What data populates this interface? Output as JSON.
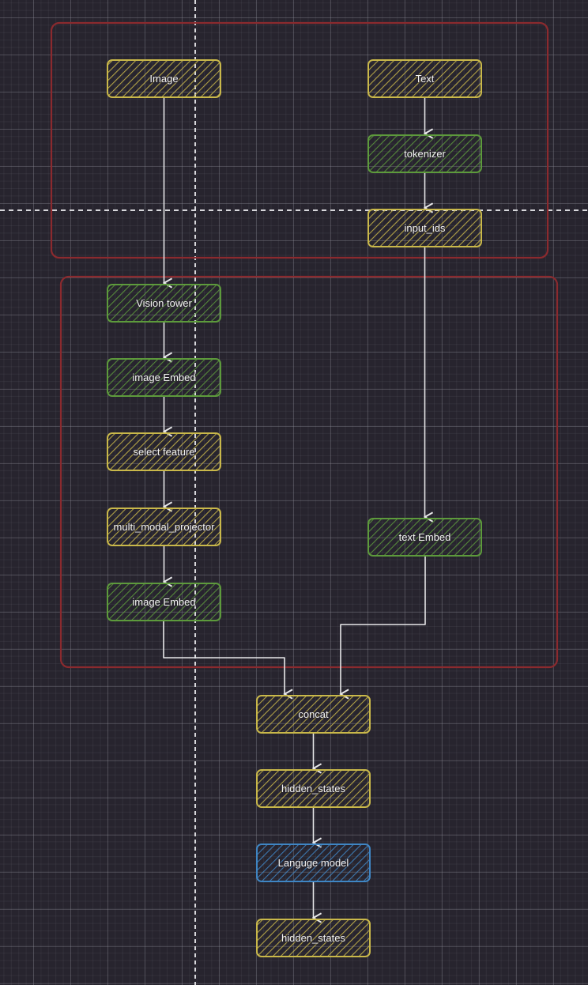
{
  "colors": {
    "yellow": "#c9b84a",
    "green": "#5d9a3c",
    "blue": "#3f86c4",
    "region": "#8b2a2e",
    "edge": "#e8e8ea",
    "guide": "#d8d8dc"
  },
  "regions": [
    {
      "id": "input-region"
    },
    {
      "id": "embedding-region"
    }
  ],
  "nodes": [
    {
      "id": "image",
      "label": "Image",
      "color": "yellow"
    },
    {
      "id": "text",
      "label": "Text",
      "color": "yellow"
    },
    {
      "id": "tokenizer",
      "label": "tokenizer",
      "color": "green"
    },
    {
      "id": "input-ids",
      "label": "input_ids",
      "color": "yellow"
    },
    {
      "id": "vision-tower",
      "label": "Vision tower",
      "color": "green"
    },
    {
      "id": "image-embed-1",
      "label": "image Embed",
      "color": "green"
    },
    {
      "id": "select-feature",
      "label": "select feature",
      "color": "yellow"
    },
    {
      "id": "multi-modal-projector",
      "label": "multi_modal_projector",
      "color": "yellow"
    },
    {
      "id": "image-embed-2",
      "label": "image Embed",
      "color": "green"
    },
    {
      "id": "text-embed",
      "label": "text Embed",
      "color": "green"
    },
    {
      "id": "concat",
      "label": "concat",
      "color": "yellow"
    },
    {
      "id": "hidden-states-1",
      "label": "hidden_states",
      "color": "yellow"
    },
    {
      "id": "language-model",
      "label": "Languge model",
      "color": "blue"
    },
    {
      "id": "hidden-states-2",
      "label": "hidden_states",
      "color": "yellow"
    }
  ],
  "edges": [
    {
      "from": "image",
      "to": "vision-tower"
    },
    {
      "from": "text",
      "to": "tokenizer"
    },
    {
      "from": "tokenizer",
      "to": "input-ids"
    },
    {
      "from": "input-ids",
      "to": "text-embed"
    },
    {
      "from": "vision-tower",
      "to": "image-embed-1"
    },
    {
      "from": "image-embed-1",
      "to": "select-feature"
    },
    {
      "from": "select-feature",
      "to": "multi-modal-projector"
    },
    {
      "from": "multi-modal-projector",
      "to": "image-embed-2"
    },
    {
      "from": "image-embed-2",
      "to": "concat"
    },
    {
      "from": "text-embed",
      "to": "concat"
    },
    {
      "from": "concat",
      "to": "hidden-states-1"
    },
    {
      "from": "hidden-states-1",
      "to": "language-model"
    },
    {
      "from": "language-model",
      "to": "hidden-states-2"
    }
  ]
}
